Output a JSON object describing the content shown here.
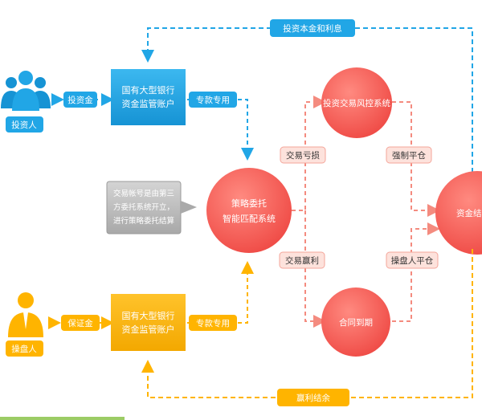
{
  "labels": {
    "top_flow": "投资本金和利息",
    "investor_to_bank": "投资金",
    "investor": "投资人",
    "bank_top_line1": "国有大型银行",
    "bank_top_line2": "资金监管账户",
    "special_top": "专款专用",
    "notice_line1": "交易帐号是由第三",
    "notice_line2": "方委托系统开立，",
    "notice_line3": "进行策略委托结算",
    "strategy_line1": "策略委托",
    "strategy_line2": "智能匹配系统",
    "risk_system": "投资交易风控系统",
    "trade_loss": "交易亏损",
    "forced_close": "强制平仓",
    "trade_profit": "交易赢利",
    "trader_close": "操盘人平仓",
    "contract_expire": "合同到期",
    "settle_right": "资金结",
    "margin": "保证金",
    "trader": "操盘人",
    "bank_bottom_line1": "国有大型银行",
    "bank_bottom_line2": "资金监管账户",
    "special_bottom": "专款专用",
    "bottom_flow": "赢利结余"
  },
  "colors": {
    "blue": "#21a6e6",
    "blue_dark": "#1693d4",
    "orange": "#ffb400",
    "orange_dark": "#f3a800",
    "red": "#f0544f",
    "red_light": "#ff8a80",
    "tag_fill": "#fde2dc",
    "gray": "#bfbfbf",
    "gray_dark": "#9a9a9a"
  }
}
